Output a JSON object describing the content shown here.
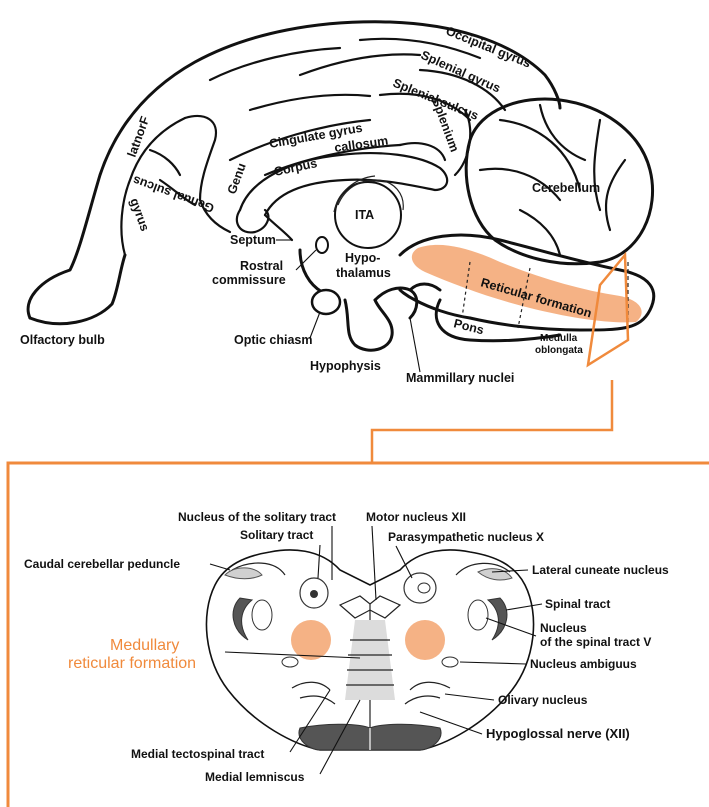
{
  "colors": {
    "accent": "#f08a3c",
    "accent_fill": "#f5b285",
    "ink": "#111111",
    "gray": "#b5b5b5",
    "dark_gray": "#555555"
  },
  "brain": {
    "olfactory_bulb": "Olfactory bulb",
    "occipital_gyrus": "Occipital gyrus",
    "splenial_gyrus": "Splenial gyrus",
    "splenial_sulcus": "Splenial sulcus",
    "splenium": "Splenium",
    "cingulate_gyrus": "Cingulate gyrus",
    "corpus": "Corpus",
    "callosum": "callosum",
    "genu": "Genu",
    "genual_sulcus": "Genual sulcus",
    "frontal_letters": "latnorF",
    "gyrus_letters": "gyrus",
    "septum": "Septum",
    "rostral_commissure": [
      "Rostral",
      "commissure"
    ],
    "ita": "ITA",
    "hypothalamus": [
      "Hypo-",
      "thalamus"
    ],
    "cerebellum": "Cerebellum",
    "reticular_formation": "Reticular formation",
    "optic_chiasm": "Optic chiasm",
    "hypophysis": "Hypophysis",
    "pons": "Pons",
    "medulla_oblongata": [
      "Medulla",
      "oblongata"
    ],
    "mammillary_nuclei": "Mammillary nuclei"
  },
  "section": {
    "nucleus_solitary_tract": "Nucleus of the solitary tract",
    "solitary_tract": "Solitary tract",
    "motor_nucleus_xii": "Motor nucleus XII",
    "parasympathetic_nucleus_x": "Parasympathetic nucleus X",
    "caudal_cerebellar_peduncle": "Caudal cerebellar peduncle",
    "lateral_cuneate_nucleus": "Lateral cuneate nucleus",
    "spinal_tract": "Spinal tract",
    "nucleus_spinal_tract_v": [
      "Nucleus",
      "of the spinal tract  V"
    ],
    "medullary_reticular_formation": [
      "Medullary",
      "reticular formation"
    ],
    "nucleus_ambiguus": "Nucleus ambiguus",
    "olivary_nucleus": "Olivary nucleus",
    "hypoglossal_nerve": "Hypoglossal nerve (XII)",
    "medial_tectospinal_tract": "Medial tectospinal tract",
    "medial_lemniscus": "Medial lemniscus"
  }
}
